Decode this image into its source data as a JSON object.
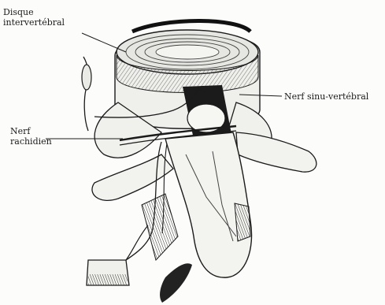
{
  "labels": {
    "disque_line1": "Disque",
    "disque_line2": "intervertébral",
    "nerf_sinuvertebral": "Nerf sinu-vertébral",
    "nerf_rachidien_line1": "Nerf",
    "nerf_rachidien_line2": "rachidien"
  },
  "colors": {
    "ink": "#1b1b1b",
    "paper": "#fcfcfb",
    "shade": "#7a7a7a"
  }
}
